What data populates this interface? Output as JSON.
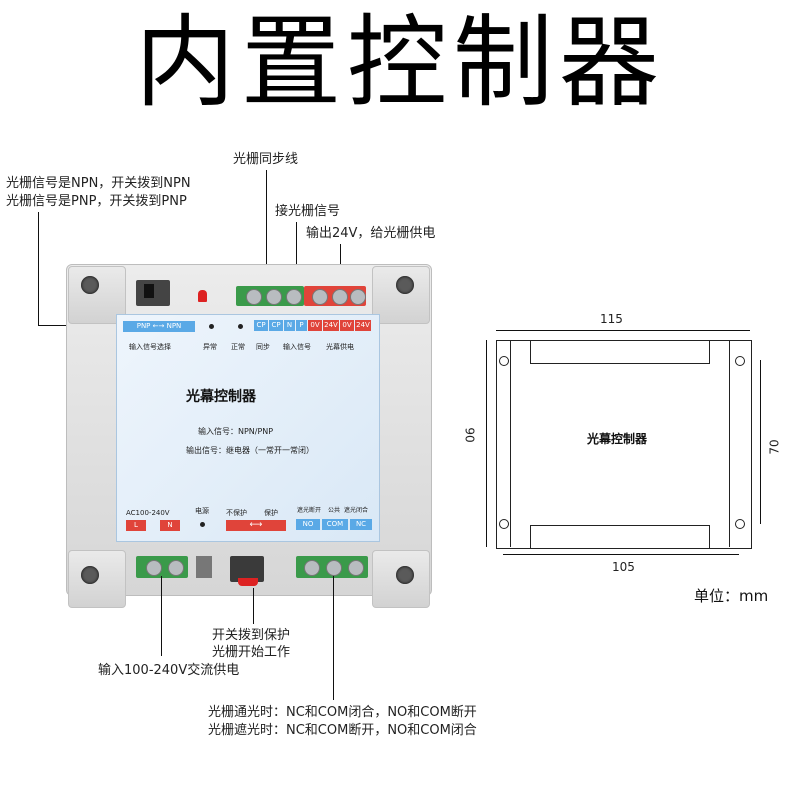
{
  "title": "内置控制器",
  "annotations": {
    "npn_line1": "光栅信号是NPN，开关拨到NPN",
    "npn_line2": "光栅信号是PNP，开关拨到PNP",
    "sync_line": "光栅同步线",
    "signal": "接光栅信号",
    "output_24v": "输出24V，给光栅供电",
    "switch_line1": "开关拨到保护",
    "switch_line2": "光栅开始工作",
    "power_input": "输入100-240V交流供电",
    "relay_line1": "光栅通光时：NC和COM闭合，NO和COM断开",
    "relay_line2": "光栅遮光时：NC和COM断开，NO和COM闭合"
  },
  "device": {
    "pnp_npn_label": "PNP ←→ NPN",
    "pins_top": [
      "CP",
      "CP",
      "N",
      "P",
      "0V",
      "24V",
      "0V",
      "24V"
    ],
    "top_labels": [
      "输入信号选择",
      "异常",
      "正常",
      "同步",
      "输入信号",
      "光幕供电"
    ],
    "panel_title": "光幕控制器",
    "input_text": "输入信号：NPN/PNP",
    "output_text": "输出信号：继电器（一常开一常闭）",
    "ac_label": "AC100-240V",
    "l_label": "L",
    "n_label": "N",
    "power_label": "电源",
    "no_protect": "不保护",
    "protect": "保护",
    "relay_header": [
      "遮光断开",
      "公共",
      "遮光闭合"
    ],
    "relay_pins": [
      "NO",
      "COM",
      "NC"
    ]
  },
  "drawing": {
    "width_top": "115",
    "width_bottom": "105",
    "height_left": "90",
    "height_right": "70",
    "center_label": "光幕控制器",
    "unit": "单位：mm"
  },
  "colors": {
    "panel_blue": "#5aa9e6",
    "terminal_red": "#e0443a",
    "terminal_green": "#3a9a4a"
  }
}
